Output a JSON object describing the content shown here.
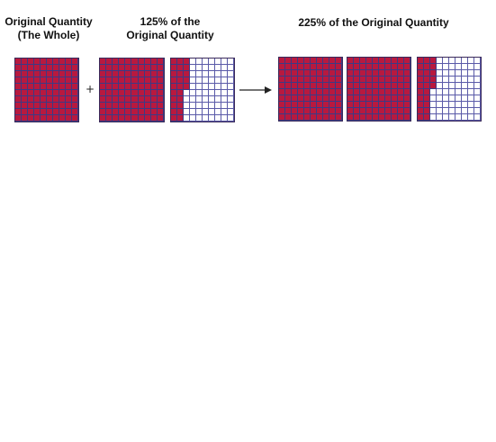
{
  "labels": {
    "original_line1": "Original Quantity",
    "original_line2": "(The Whole)",
    "pct125_line1": "125% of the",
    "pct125_line2": "Original Quantity",
    "pct225": "225% of the Original Quantity"
  },
  "operators": {
    "plus": "+"
  },
  "colors": {
    "fill": "#b8193f",
    "grid_line": "#3b3a85",
    "empty": "#ffffff"
  },
  "grids": [
    {
      "name": "grid-original-whole",
      "filled_fraction": 1.0,
      "filled_cells": 100
    },
    {
      "name": "grid-125-whole",
      "filled_fraction": 1.0,
      "filled_cells": 100
    },
    {
      "name": "grid-125-quarter",
      "filled_fraction": 0.25,
      "filled_cells": 25
    },
    {
      "name": "grid-225-whole-1",
      "filled_fraction": 1.0,
      "filled_cells": 100
    },
    {
      "name": "grid-225-whole-2",
      "filled_fraction": 1.0,
      "filled_cells": 100
    },
    {
      "name": "grid-225-quarter",
      "filled_fraction": 0.25,
      "filled_cells": 25
    }
  ]
}
